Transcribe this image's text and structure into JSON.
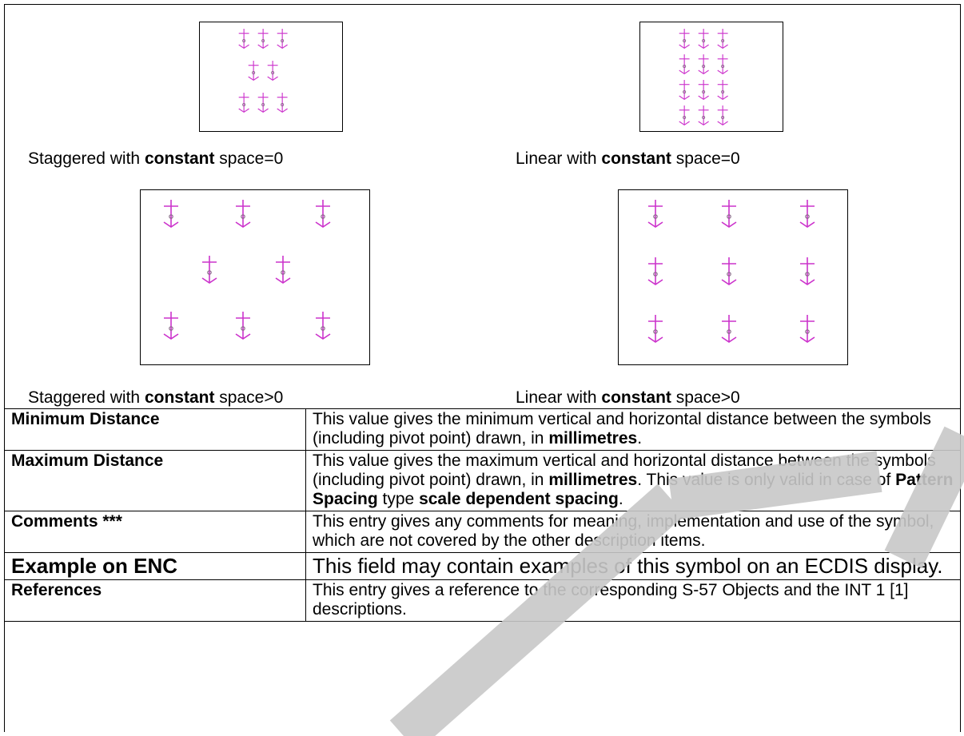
{
  "figures": [
    {
      "id": "staggered-zero",
      "caption_pre": "Staggered with ",
      "caption_bold": "constant",
      "caption_post": " space=0"
    },
    {
      "id": "linear-zero",
      "caption_pre": "Linear with ",
      "caption_bold": "constant",
      "caption_post": " space=0"
    },
    {
      "id": "staggered-gt",
      "caption_pre": "Staggered with ",
      "caption_bold": "constant",
      "caption_post": " space>0"
    },
    {
      "id": "linear-gt",
      "caption_pre": "Linear with ",
      "caption_bold": "constant",
      "caption_post": " space>0"
    }
  ],
  "symbol_icon": "anchor-icon",
  "symbol_color": "#cc33cc",
  "rows": [
    {
      "key": "Minimum Distance",
      "parts": [
        {
          "t": "This value gives the minimum vertical and horizontal distance between the symbols (including pivot point) drawn, in "
        },
        {
          "t": "millimetres",
          "b": true
        },
        {
          "t": "."
        }
      ]
    },
    {
      "key": "Maximum Distance",
      "parts": [
        {
          "t": "This value gives the maximum vertical and horizontal distance between the symbols (including pivot point) drawn, in "
        },
        {
          "t": "millimetres",
          "b": true
        },
        {
          "t": ". This value is only valid in case of "
        },
        {
          "t": "Pattern Spacing",
          "b": true
        },
        {
          "t": " type "
        },
        {
          "t": "scale dependent spacing",
          "b": true
        },
        {
          "t": "."
        }
      ]
    },
    {
      "key": "Comments ***",
      "parts": [
        {
          "t": "This entry gives any comments for meaning, implementation and use of the symbol, which are not covered by the other description items."
        }
      ]
    },
    {
      "key": "Example on ENC",
      "big": true,
      "parts": [
        {
          "t": "This field may contain examples of this symbol on an ECDIS display."
        }
      ]
    },
    {
      "key": "References",
      "parts": [
        {
          "t": "This entry gives a reference to the corresponding S-57 Objects and the INT 1 [1] descriptions."
        }
      ]
    }
  ],
  "watermark_color": "#c8c8c8"
}
